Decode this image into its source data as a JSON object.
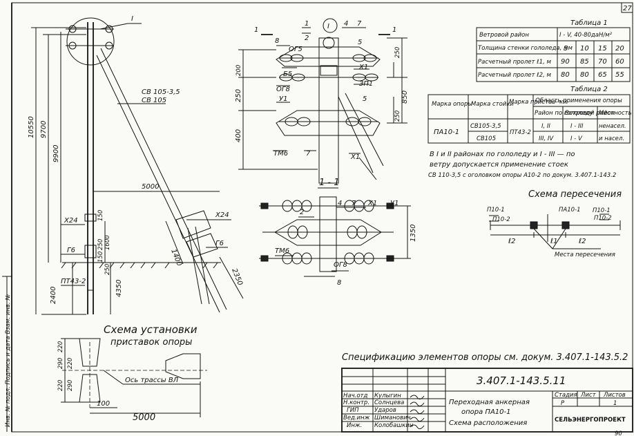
{
  "sheet": {
    "page_number": "27",
    "corner_number": "90"
  },
  "side_margin": {
    "text": "Инв. № подл. Подпись и дата Взам. инв. №"
  },
  "table1": {
    "title": "Таблица 1",
    "rows": [
      [
        "Ветровой район",
        "I - V, 40-80даН/м²",
        "",
        "",
        ""
      ],
      [
        "Толщина стенки гололеда, мм",
        "5",
        "10",
        "15",
        "20"
      ],
      [
        "Расчетный пролет ℓ1, м",
        "90",
        "85",
        "70",
        "60"
      ],
      [
        "Расчетный пролет ℓ2, м",
        "80",
        "80",
        "65",
        "55"
      ]
    ]
  },
  "table2": {
    "title": "Таблица 2",
    "headers": [
      "Марка опоры",
      "Марка стойки",
      "Марка пристав- ки",
      "Область применения опоры",
      "Район по гололеду",
      "Ветровой район",
      "Местность"
    ],
    "rows": [
      [
        "ПА10-1",
        "СВ105-3,5",
        "ПТ43-2",
        "I, II",
        "I - III",
        "ненасел."
      ],
      [
        "",
        "СВ105",
        "",
        "III, IV",
        "I - V",
        "и насел."
      ]
    ]
  },
  "note_text": {
    "line1": "В I и II районах по гололеду и I - III — по",
    "line2": "ветру допускается применение стоек",
    "line3": "СВ 110-3,5 с оголовком опоры А10-2 по докум. 3.407.1-143.2"
  },
  "crossing_scheme": {
    "title": "Схема пересечения",
    "labels": [
      "П10-1",
      "П10-2",
      "ПА10-1",
      "П10-1",
      "П10-2"
    ],
    "spans": [
      "ℓ2",
      "ℓ1",
      "ℓ2"
    ],
    "crossing_label": "Места пересечения"
  },
  "left_view": {
    "dims": [
      "10550",
      "9700",
      "9900",
      "5000",
      "150",
      "1600",
      "250",
      "150",
      "250",
      "2400",
      "4350",
      "1400",
      "2350"
    ],
    "labels": [
      "I",
      "СВ 105-3,5",
      "СВ 105",
      "Х24",
      "Г6",
      "ПТ43-2",
      "Х24",
      "Г6"
    ]
  },
  "center_view": {
    "section_label": "1 - 1",
    "top_marks": [
      "1",
      "2",
      "I",
      "4",
      "7",
      "1",
      "1"
    ],
    "labels": [
      "8",
      "ОГ5",
      "5",
      "Б5",
      "Х1",
      "ОГ8",
      "ЗП1",
      "У1",
      "5",
      "ТМ6",
      "7",
      "Х1"
    ],
    "dims": [
      "250",
      "200",
      "850",
      "250",
      "400",
      "250"
    ]
  },
  "plan_view": {
    "labels": [
      "2",
      "4",
      "7",
      "Х1",
      "У1",
      "ТМ6",
      "ОГ8",
      "8"
    ],
    "dims": [
      "1350"
    ]
  },
  "install_scheme": {
    "title_line1": "Схема установки",
    "title_line2": "приставок опоры",
    "axis_label": "Ось трассы ВЛ",
    "dims": [
      "220",
      "290",
      "220",
      "220",
      "290",
      "100",
      "5000"
    ]
  },
  "spec_text": "Спецификацию элементов опоры см. докум. 3.407.1-143.5.2",
  "title_block": {
    "doc_code": "3.407.1-143.5.11",
    "roles": [
      "Нач.отд",
      "Н.контр.",
      "ГИП",
      "Вед.инж",
      "Инж."
    ],
    "names": [
      "Кулыгин",
      "Солнцева",
      "Ударов",
      "Шиманович",
      "Колобашкин"
    ],
    "title_line1": "Переходная анкерная",
    "title_line2": "опора ПА10-1",
    "title_line3": "Схема расположения",
    "stage_hdr": "Стадия",
    "sheet_hdr": "Лист",
    "sheets_hdr": "Листов",
    "stage": "Р",
    "sheets": "1",
    "org": "СЕЛЬЭНЕРГОПРОЕКТ"
  }
}
